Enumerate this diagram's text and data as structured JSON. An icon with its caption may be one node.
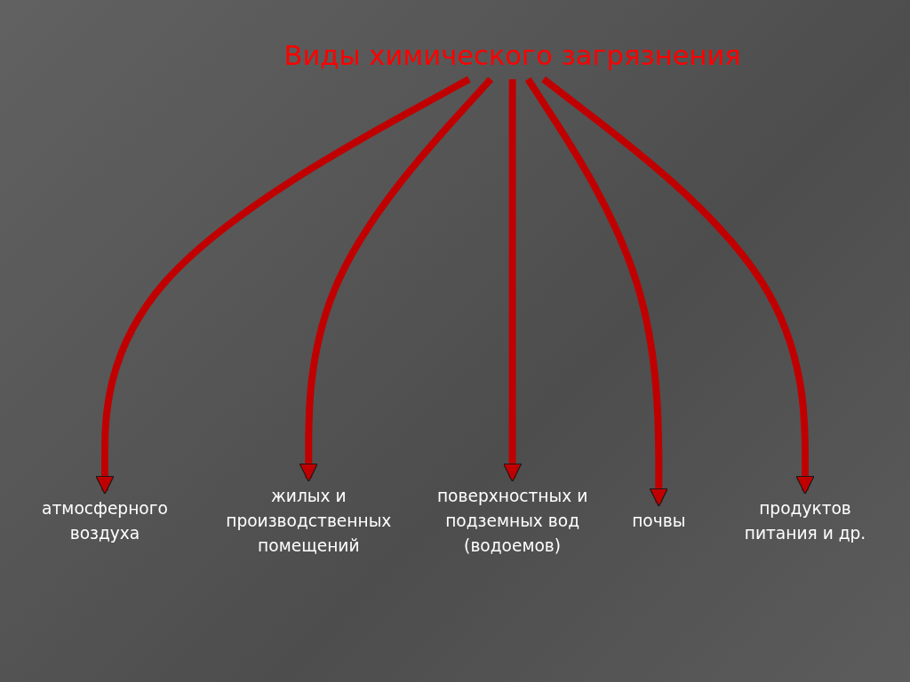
{
  "diagram": {
    "nodes": [
      {
        "text": [
          "Виды химического загрязнения"
        ]
      },
      {
        "text": [
          "атмосферного воздуха"
        ]
      },
      {
        "text": [
          "жилых и производственных помещений"
        ]
      },
      {
        "text": [
          "поверхностных и подземных вод (водоемов)"
        ]
      },
      {
        "text": [
          "почвы"
        ]
      },
      {
        "text": [
          "продуктов питания и др."
        ]
      }
    ],
    "edges": [
      {
        "from": 0,
        "to": 1,
        "arrow": "to"
      },
      {
        "from": 0,
        "to": 2,
        "arrow": "to"
      },
      {
        "from": 0,
        "to": 3,
        "arrow": "to"
      },
      {
        "from": 0,
        "to": 4,
        "arrow": "to"
      },
      {
        "from": 0,
        "to": 5,
        "arrow": "to"
      }
    ]
  }
}
